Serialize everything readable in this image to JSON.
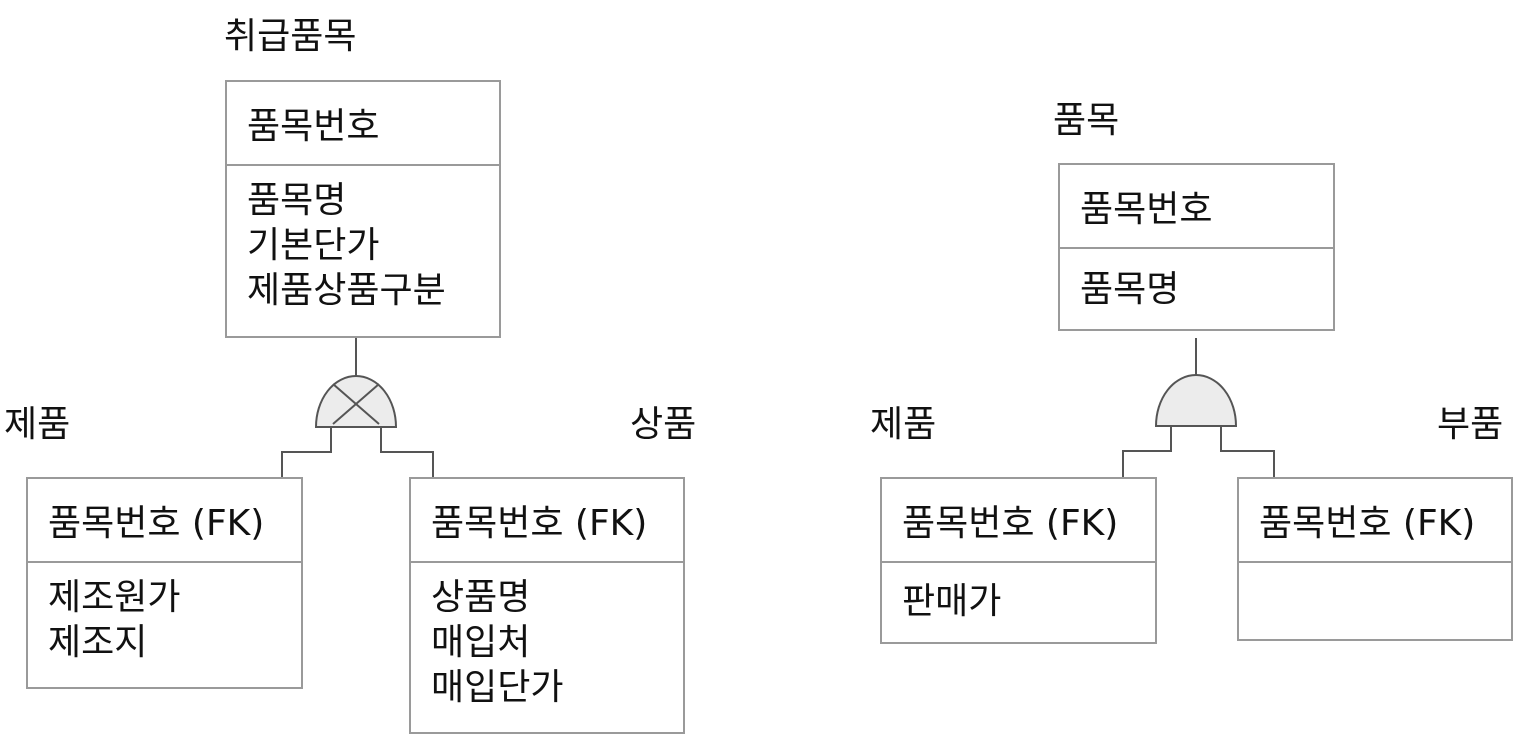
{
  "diagram_left": {
    "supertype": {
      "name": "취급품목",
      "pk": "품목번호",
      "attributes": [
        "품목명",
        "기본단가",
        "제품상품구분"
      ]
    },
    "subtypes": [
      {
        "name": "제품",
        "pk": "품목번호 (FK)",
        "attributes": [
          "제조원가",
          "제조지"
        ]
      },
      {
        "name": "상품",
        "pk": "품목번호 (FK)",
        "attributes": [
          "상품명",
          "매입처",
          "매입단가"
        ]
      }
    ],
    "relationship": "exclusive"
  },
  "diagram_right": {
    "supertype": {
      "name": "품목",
      "pk": "품목번호",
      "attributes": [
        "품목명"
      ]
    },
    "subtypes": [
      {
        "name": "제품",
        "pk": "품목번호 (FK)",
        "attributes": [
          "판매가"
        ]
      },
      {
        "name": "부품",
        "pk": "품목번호 (FK)",
        "attributes": []
      }
    ],
    "relationship": "inclusive"
  },
  "colors": {
    "border": "#9a9a9a",
    "symbol_fill": "#ececec",
    "line": "#555555"
  }
}
